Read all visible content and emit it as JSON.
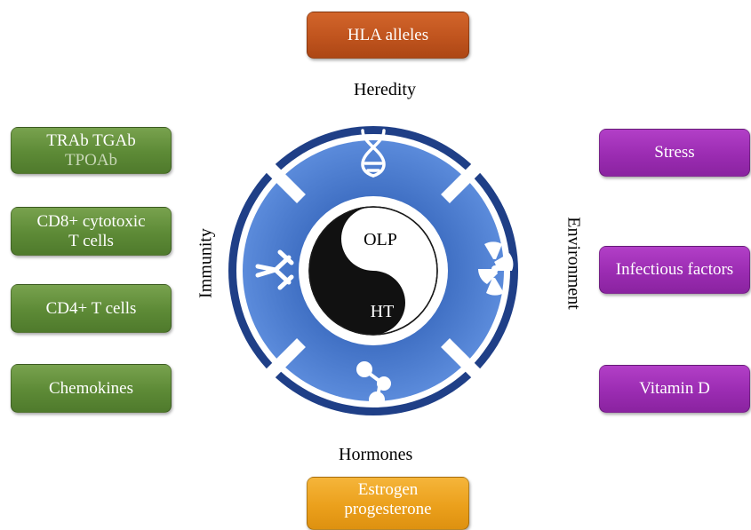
{
  "center": {
    "top": "OLP",
    "bottom": "HT"
  },
  "ring_labels": {
    "top": "Heredity",
    "bottom": "Hormones",
    "left": "Immunity",
    "right": "Environment"
  },
  "heredity_box": "HLA alleles",
  "immunity_boxes": {
    "antibodies_line1": "TRAb TGAb",
    "antibodies_line2": "TPOAb",
    "cd8_line1": "CD8+ cytotoxic",
    "cd8_line2": "T cells",
    "cd4": "CD4+ T cells",
    "chemokines": "Chemokines"
  },
  "environment_boxes": {
    "stress": "Stress",
    "infectious": "Infectious factors",
    "vitamin_d": "Vitamin D"
  },
  "hormone_box": {
    "line1": "Estrogen",
    "line2": "progesterone"
  },
  "icons": [
    "dna-icon",
    "antibody-icon",
    "radiation-icon",
    "molecule-icon"
  ],
  "colors": {
    "immunity": "#5d8a36",
    "environment": "#9b2cb2",
    "heredity": "#c0541e",
    "hormones": "#eba01c",
    "ring_outer": "#1f3f87",
    "ring_segment": "#4f7fd0"
  }
}
